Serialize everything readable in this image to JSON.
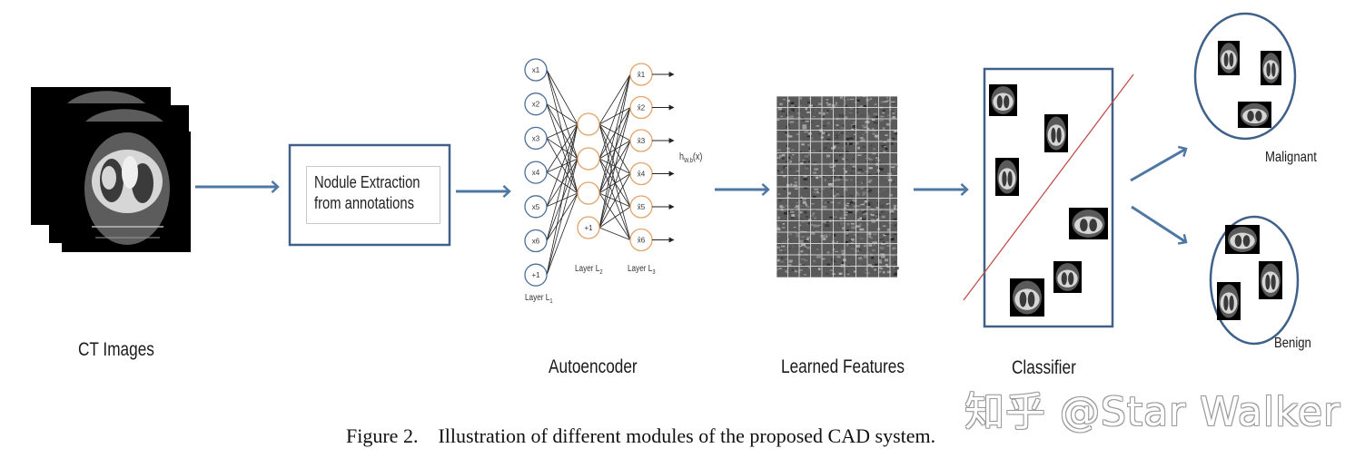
{
  "figure": {
    "caption_number": "Figure 2.",
    "caption_text": "Illustration of different modules of the proposed CAD system.",
    "watermark": "知乎 @Star Walker",
    "colors": {
      "arrow": "#4f77a3",
      "box_border": "#3f6189",
      "input_node": "#4d6f9a",
      "hidden_node": "#e3a46a",
      "separator_line": "#c0504d",
      "scan_background": "#000000"
    }
  },
  "modules": {
    "ct_images": {
      "label": "CT Images",
      "slice_count": 3
    },
    "nodule_extraction": {
      "line1": "Nodule Extraction",
      "line2": "from annotations"
    },
    "autoencoder": {
      "label": "Autoencoder",
      "output_function": "h",
      "output_function_sub": "W,b",
      "output_function_arg": "(x)",
      "layers": [
        {
          "name": "Layer L",
          "sub": "1",
          "nodes": [
            "x1",
            "x2",
            "x3",
            "x4",
            "x5",
            "x6",
            "+1"
          ]
        },
        {
          "name": "Layer L",
          "sub": "2",
          "nodes": [
            "",
            "",
            "",
            "+1"
          ]
        },
        {
          "name": "Layer L",
          "sub": "3",
          "nodes": [
            "x̂1",
            "x̂2",
            "x̂3",
            "x̂4",
            "x̂5",
            "x̂6"
          ]
        }
      ]
    },
    "learned_features": {
      "label": "Learned Features"
    },
    "classifier": {
      "label": "Classifier",
      "sample_count": 6
    },
    "outputs": [
      {
        "label": "Malignant",
        "sample_count": 3
      },
      {
        "label": "Benign",
        "sample_count": 3
      }
    ]
  }
}
